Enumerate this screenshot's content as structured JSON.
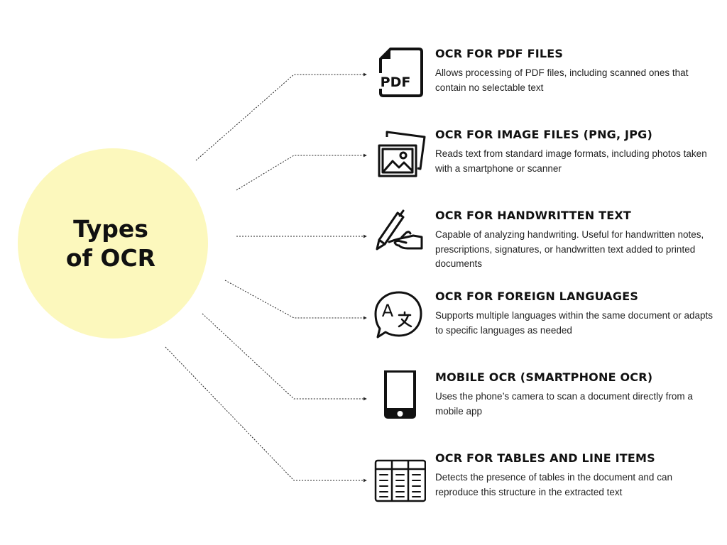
{
  "colors": {
    "hub_fill": "#fcf8bd",
    "ink": "#111111",
    "connector": "#222222"
  },
  "hub": {
    "title": "Types\nof OCR"
  },
  "items": [
    {
      "icon": "pdf-file-icon",
      "icon_label": "PDF",
      "title": "OCR FOR PDF FILES",
      "description": "Allows processing of PDF files, including scanned ones that contain no selectable text"
    },
    {
      "icon": "image-files-icon",
      "title": "OCR FOR IMAGE FILES (PNG, JPG)",
      "description": "Reads text from standard image formats, including photos taken with a smartphone or scanner"
    },
    {
      "icon": "handwriting-pen-icon",
      "title": "OCR FOR HANDWRITTEN TEXT",
      "description": "Capable of analyzing handwriting. Useful for handwritten notes, prescriptions, signatures, or handwritten text added to printed documents"
    },
    {
      "icon": "translate-bubble-icon",
      "title": "OCR FOR FOREIGN LANGUAGES",
      "description": "Supports multiple languages within the same document or adapts to specific languages as needed"
    },
    {
      "icon": "smartphone-icon",
      "title": "MOBILE OCR (SMARTPHONE OCR)",
      "description": "Uses the phone’s camera to scan a document directly from a mobile app"
    },
    {
      "icon": "table-grid-icon",
      "title": "OCR FOR TABLES AND LINE ITEMS",
      "description": "Detects the presence of tables in the document and can reproduce this structure in the extracted text"
    }
  ]
}
